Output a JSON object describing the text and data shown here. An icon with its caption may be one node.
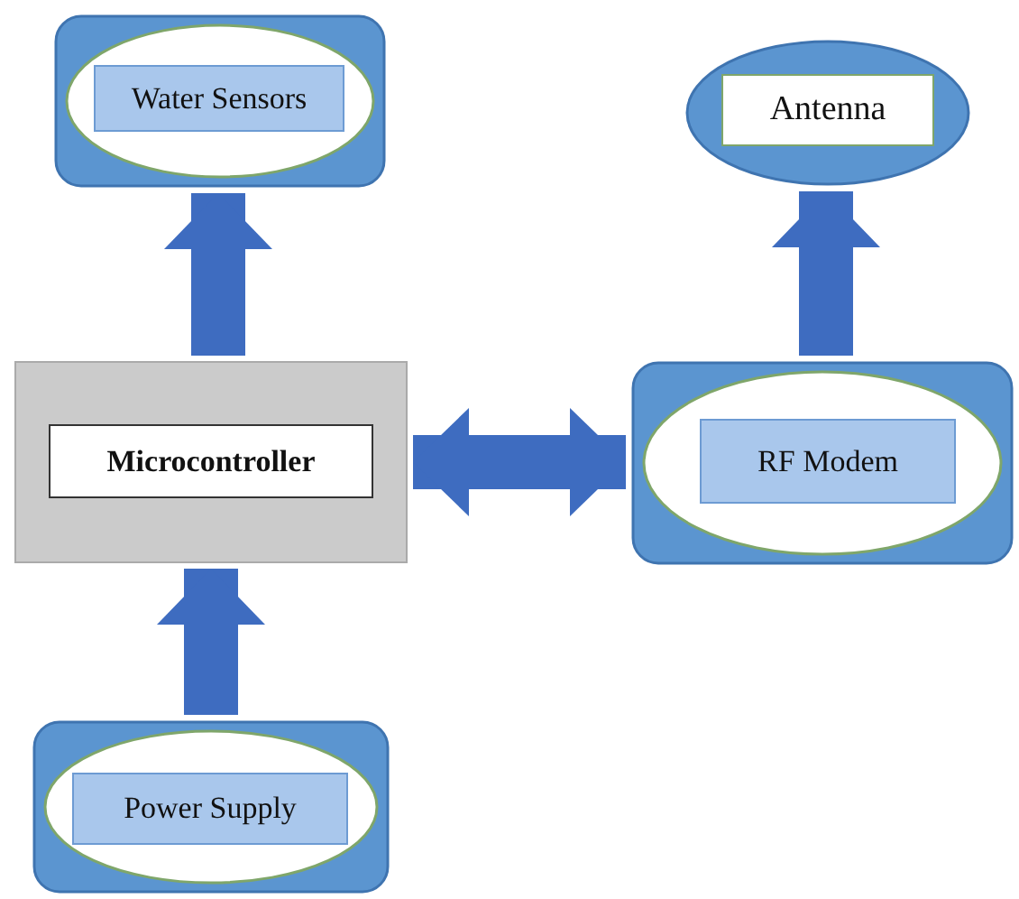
{
  "diagram": {
    "nodes": [
      {
        "text": [
          "Water Sensors"
        ]
      },
      {
        "text": [
          "Antenna"
        ]
      },
      {
        "text": [
          "Microcontroller"
        ]
      },
      {
        "text": [
          "RF Modem"
        ]
      },
      {
        "text": [
          "Power Supply"
        ]
      }
    ],
    "edges": [
      {
        "from": 2,
        "to": 0,
        "arrow": "to"
      },
      {
        "from": 3,
        "to": 1,
        "arrow": "to"
      },
      {
        "from": 2,
        "to": 3,
        "arrow": "both"
      },
      {
        "from": 4,
        "to": 2,
        "arrow": "to"
      }
    ]
  }
}
